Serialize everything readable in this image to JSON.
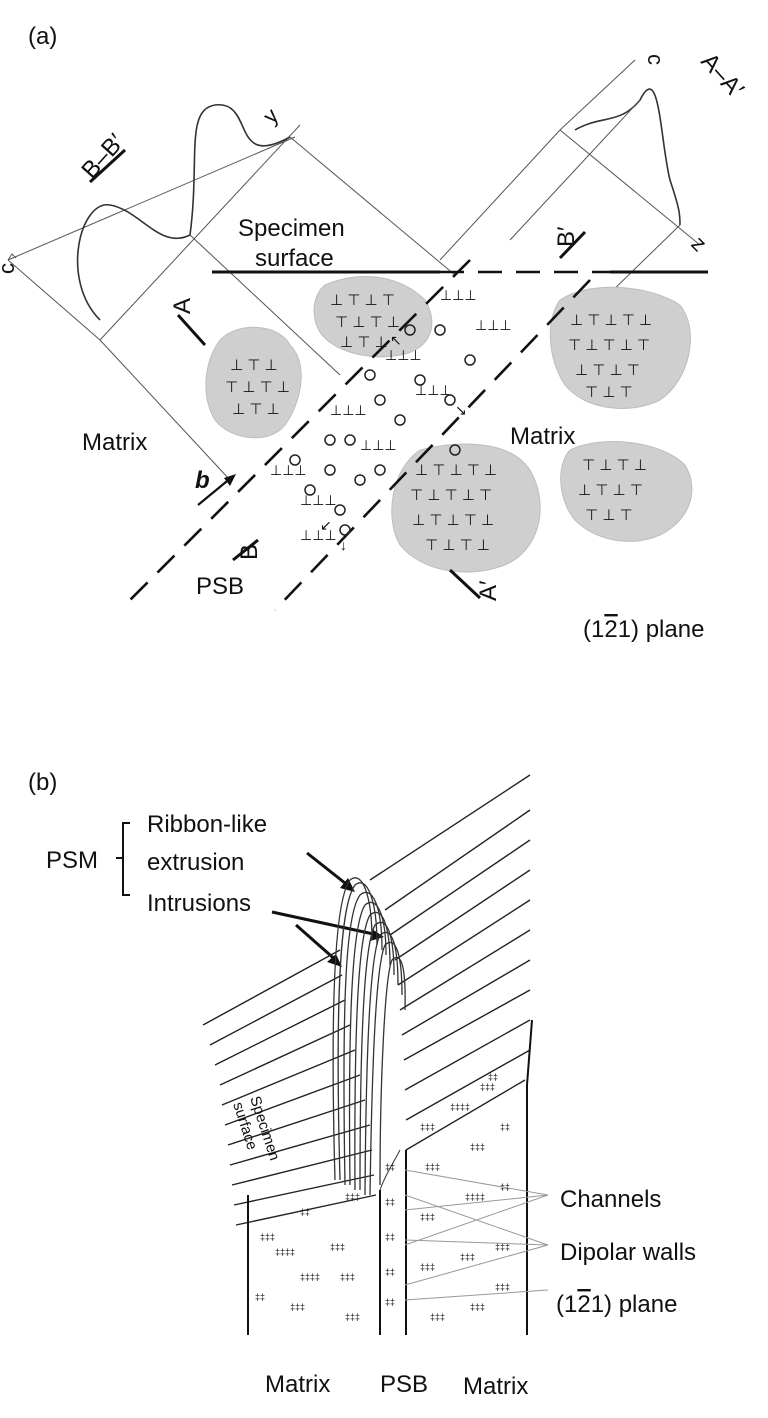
{
  "panel_a": {
    "panel_label": "(a)",
    "specimen_surface_line1": "Specimen",
    "specimen_surface_line2": "surface",
    "matrix_left": "Matrix",
    "matrix_right": "Matrix",
    "psb": "PSB",
    "burgers_vector": "b",
    "plane_label_prefix": "(1",
    "plane_label_bar_digit": "2",
    "plane_label_suffix": "1) plane",
    "section_BB": "B–B′",
    "section_AA": "A–A′",
    "marker_A": "A",
    "marker_A_prime": "A′",
    "marker_B": "B",
    "marker_B_prime": "B′",
    "axis_c_left": "c",
    "axis_c_right": "c",
    "axis_y": "y",
    "axis_z": "z"
  },
  "panel_b": {
    "panel_label": "(b)",
    "psm": "PSM",
    "ribbon_line1": "Ribbon-like",
    "ribbon_line2": "extrusion",
    "intrusions": "Intrusions",
    "specimen_surface_line1": "Specimen",
    "specimen_surface_line2": "surface",
    "channels": "Channels",
    "dipolar_walls": "Dipolar walls",
    "plane_label_prefix": "(1",
    "plane_label_bar_digit": "2",
    "plane_label_suffix": "1) plane",
    "matrix_left": "Matrix",
    "psb": "PSB",
    "matrix_right": "Matrix"
  }
}
